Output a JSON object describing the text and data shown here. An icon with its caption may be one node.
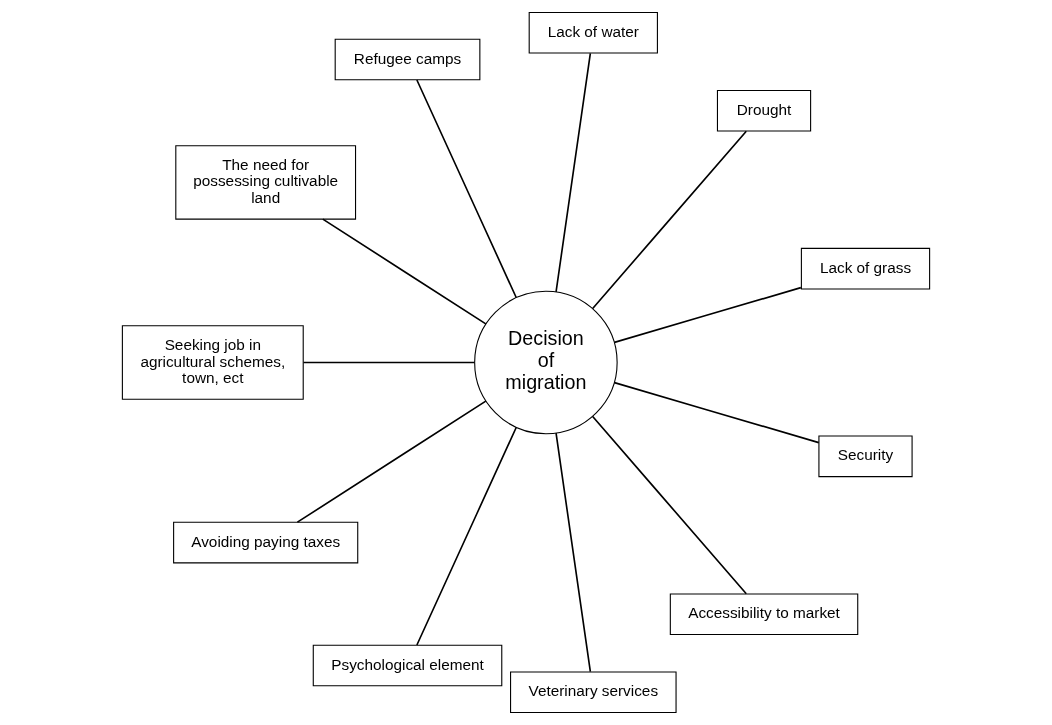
{
  "diagram": {
    "nodes": [
      {
        "text": [
          "Lack of grass"
        ]
      },
      {
        "text": [
          "Drought"
        ]
      },
      {
        "text": [
          "Lack of water"
        ]
      },
      {
        "text": [
          "Refugee camps"
        ]
      },
      {
        "text": [
          "The need for possessing cultivable land"
        ]
      },
      {
        "text": [
          "Decision of migration"
        ]
      },
      {
        "text": [
          "Seeking job in agricultural schemes, town, ect"
        ]
      },
      {
        "text": [
          "Avoiding paying taxes"
        ]
      },
      {
        "text": [
          "Psychological element"
        ]
      },
      {
        "text": [
          "Veterinary services"
        ]
      },
      {
        "text": [
          "Accessibility to market"
        ]
      },
      {
        "text": [
          "Security"
        ]
      }
    ],
    "edges": [
      {
        "from": 5,
        "to": 0,
        "arrow": "none"
      },
      {
        "from": 5,
        "to": 1,
        "arrow": "none"
      },
      {
        "from": 5,
        "to": 2,
        "arrow": "none"
      },
      {
        "from": 5,
        "to": 3,
        "arrow": "none"
      },
      {
        "from": 5,
        "to": 4,
        "arrow": "none"
      },
      {
        "from": 5,
        "to": 6,
        "arrow": "none"
      },
      {
        "from": 5,
        "to": 7,
        "arrow": "none"
      },
      {
        "from": 5,
        "to": 8,
        "arrow": "none"
      },
      {
        "from": 5,
        "to": 9,
        "arrow": "none"
      },
      {
        "from": 5,
        "to": 10,
        "arrow": "none"
      },
      {
        "from": 5,
        "to": 11,
        "arrow": "none"
      }
    ]
  }
}
